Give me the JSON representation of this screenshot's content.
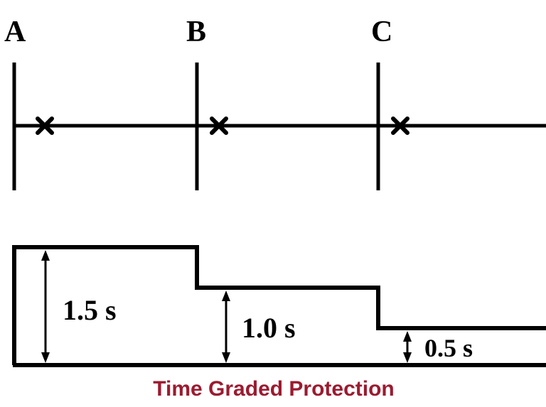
{
  "title": {
    "text": "Time Graded Protection",
    "color": "#9B1B30"
  },
  "single_line_diagram": {
    "buses": [
      {
        "label": "A",
        "relay_time": "1.5 s"
      },
      {
        "label": "B",
        "relay_time": "1.0 s"
      },
      {
        "label": "C",
        "relay_time": "0.5 s"
      }
    ],
    "breaker_icon": "x-mark"
  },
  "time_grading": {
    "steps": [
      {
        "label": "1.5 s",
        "seconds": 1.5
      },
      {
        "label": "1.0 s",
        "seconds": 1.0
      },
      {
        "label": "0.5 s",
        "seconds": 0.5
      }
    ]
  },
  "colors": {
    "line": "#000000",
    "background": "#FFFFFF"
  }
}
